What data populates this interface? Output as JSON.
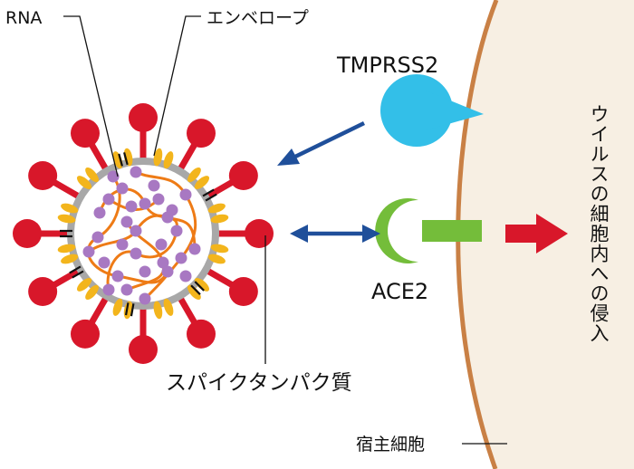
{
  "labels": {
    "rna": "RNA",
    "envelope": "エンベロープ",
    "tmprss2": "TMPRSS2",
    "ace2": "ACE2",
    "spike": "スパイクタンパク質",
    "host_cell": "宿主細胞",
    "entry": "ウイルスの細胞内への侵入"
  },
  "colors": {
    "spike_red": "#d8172a",
    "envelope_gray": "#a8a8a8",
    "protein_yellow": "#f3b51c",
    "rna_orange": "#ee7b16",
    "rna_node_purple": "#a878c2",
    "tmprss2_cyan": "#33bfe8",
    "ace2_green": "#74bd3a",
    "membrane_brown": "#c98045",
    "cell_fill": "#f7efe3",
    "arrow_blue": "#1f4f9a",
    "arrow_red": "#d8172a"
  }
}
